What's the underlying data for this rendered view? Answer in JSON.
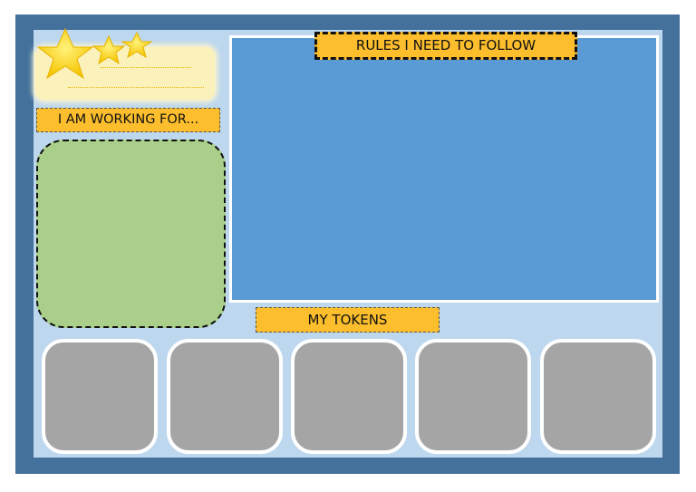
{
  "labels": {
    "working_for": "I AM WORKING FOR...",
    "rules": "RULES I NEED TO FOLLOW",
    "tokens": "MY TOKENS"
  },
  "name_card": {
    "icon": "three-stars-icon",
    "lines": 2
  },
  "tokens": {
    "count": 5
  },
  "colors": {
    "frame": "#44719c",
    "inner_background": "#bdd7ee",
    "label_fill": "#fcbe2c",
    "goal_box": "#a9cf8a",
    "rules_box": "#5b9bd5",
    "token_slot": "#a5a5a5",
    "star": "#ffe135"
  }
}
